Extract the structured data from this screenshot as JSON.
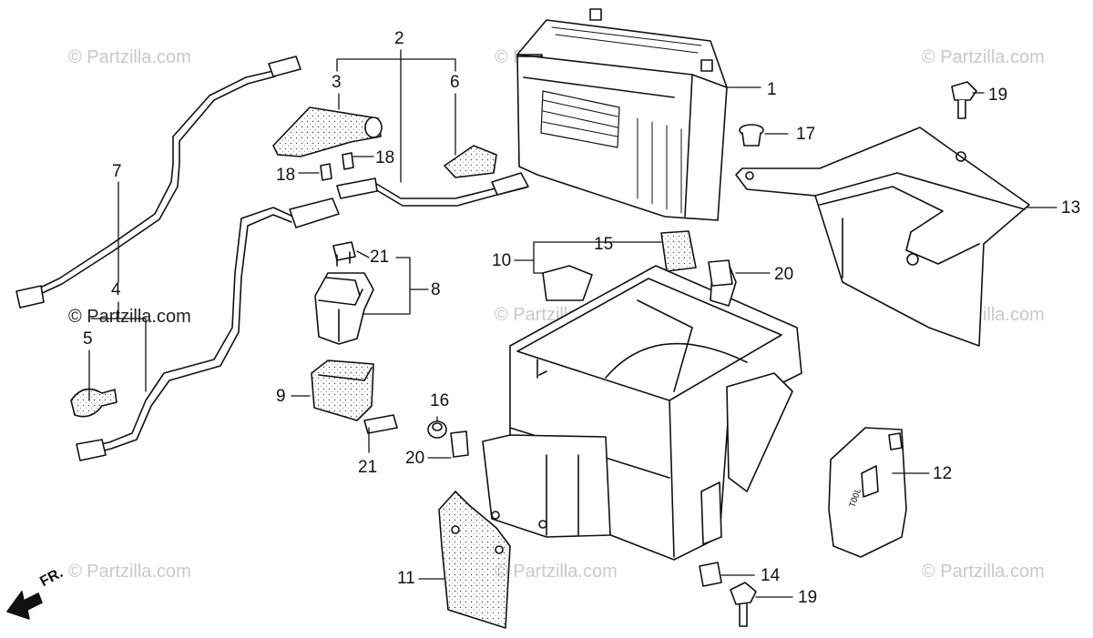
{
  "watermark": "© Partzilla.com",
  "callouts": {
    "c1": "1",
    "c2": "2",
    "c3": "3",
    "c4": "4",
    "c5": "5",
    "c6": "6",
    "c7": "7",
    "c8": "8",
    "c9": "9",
    "c10": "10",
    "c11": "11",
    "c12": "12",
    "c13": "13",
    "c14": "14",
    "c15": "15",
    "c16": "16",
    "c17": "17",
    "c18a": "18",
    "c18b": "18",
    "c19a": "19",
    "c19b": "19",
    "c20a": "20",
    "c20b": "20",
    "c21a": "21",
    "c21b": "21"
  },
  "direction_label": "FR.",
  "lid_marking": "TOOL"
}
